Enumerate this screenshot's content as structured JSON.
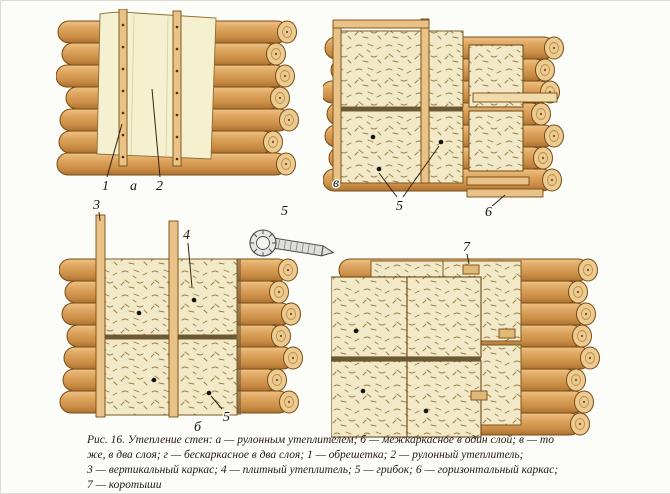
{
  "figure": {
    "caption": {
      "lines": [
        "Рис. 16. Утепление стен: а — рулонным утеплителем; б — межкаркасное в один слой; в — то",
        "же, в два слоя; г — бескаркасное в два слоя; 1 — обрешетка; 2 — рулонный утеплитель;",
        "3 — вертикальный каркас; 4 — плитный утеплитель; 5 — грибок; 6 — горизонтальный каркас;",
        "7 — коротыши"
      ]
    },
    "labels": {
      "part1": "1",
      "letter_a": "а",
      "part2": "2",
      "letter_v": "в",
      "part5_v": "5",
      "part6": "6",
      "part5_fastener": "5",
      "part3": "3",
      "part4": "4",
      "letter_b": "б",
      "part5_b": "5",
      "part7": "7"
    },
    "colors": {
      "log_wood": "#d9a05c",
      "log_end": "#eccb91",
      "batten": "#e9c287",
      "insulation": "#f1e9c8",
      "outline": "#7a4a15",
      "paper": "#fcfcf9"
    }
  }
}
